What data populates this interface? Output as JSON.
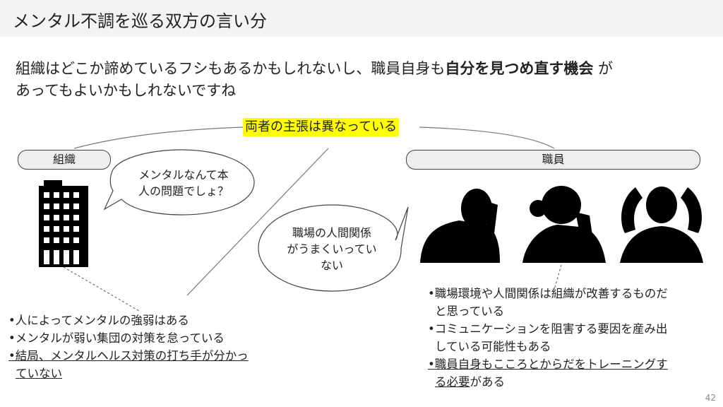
{
  "title": "メンタル不調を巡る双方の言い分",
  "lead": {
    "part1": "組織はどこか諦めているフシもあるかもしれないし、職員自身も",
    "bold": "自分を見つめ直す機会",
    "part2": " が",
    "line2": "あってもよいかもしれないですね"
  },
  "highlight": "両者の主張は異なっている",
  "left": {
    "label": "組織",
    "bubble": [
      "メンタルなんて本",
      "人の問題でしょ？"
    ],
    "bullets": [
      {
        "text": "•人によってメンタルの強弱はある",
        "underline": false
      },
      {
        "text": "•メンタルが弱い集団の対策を怠っている",
        "underline": false
      },
      {
        "text": "•結局、メンタルヘルス対策の打ち手が分かっていない",
        "underline": true
      }
    ]
  },
  "right": {
    "label": "職員",
    "bubble": [
      "職場の人間関係",
      "がうまくいってい",
      "ない"
    ],
    "bullets": [
      {
        "text": "•職場環境や人間関係は組織が改善するものだと思っている"
      },
      {
        "text": "•コミュニケーションを阻害する要因を産み出している可能性もある"
      },
      {
        "underlined": "•職員自身もこころとからだをトレーニングする必要",
        "rest": "がある"
      }
    ]
  },
  "page_number": "42"
}
